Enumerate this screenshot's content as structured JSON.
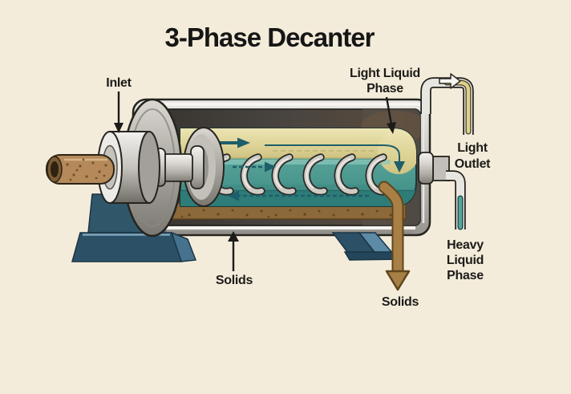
{
  "title": "3-Phase Decanter",
  "labels": {
    "inlet": {
      "text": "Inlet"
    },
    "light_liquid_phase": {
      "lines": [
        "Light Liquid",
        "Phase"
      ]
    },
    "light_outlet": {
      "lines": [
        "Light",
        "Outlet"
      ]
    },
    "heavy_liquid_phase": {
      "lines": [
        "Heavy",
        "Liquid",
        "Phase"
      ]
    },
    "solids_internal": {
      "text": "Solids"
    },
    "solids_discharge": {
      "text": "Solids"
    }
  },
  "colors": {
    "background": "#f4ecda",
    "light_liquid_phase": "#ddd393",
    "heavy_liquid_phase": "#55a69c",
    "solids": "#8d6839",
    "flow_arrow": "#1e5e6a",
    "machine_metal": "#c9c6c0",
    "casing_interior": "#46423d",
    "support_legs": "#30566a",
    "outline": "#26241f",
    "label_text": "#1c1b19"
  }
}
